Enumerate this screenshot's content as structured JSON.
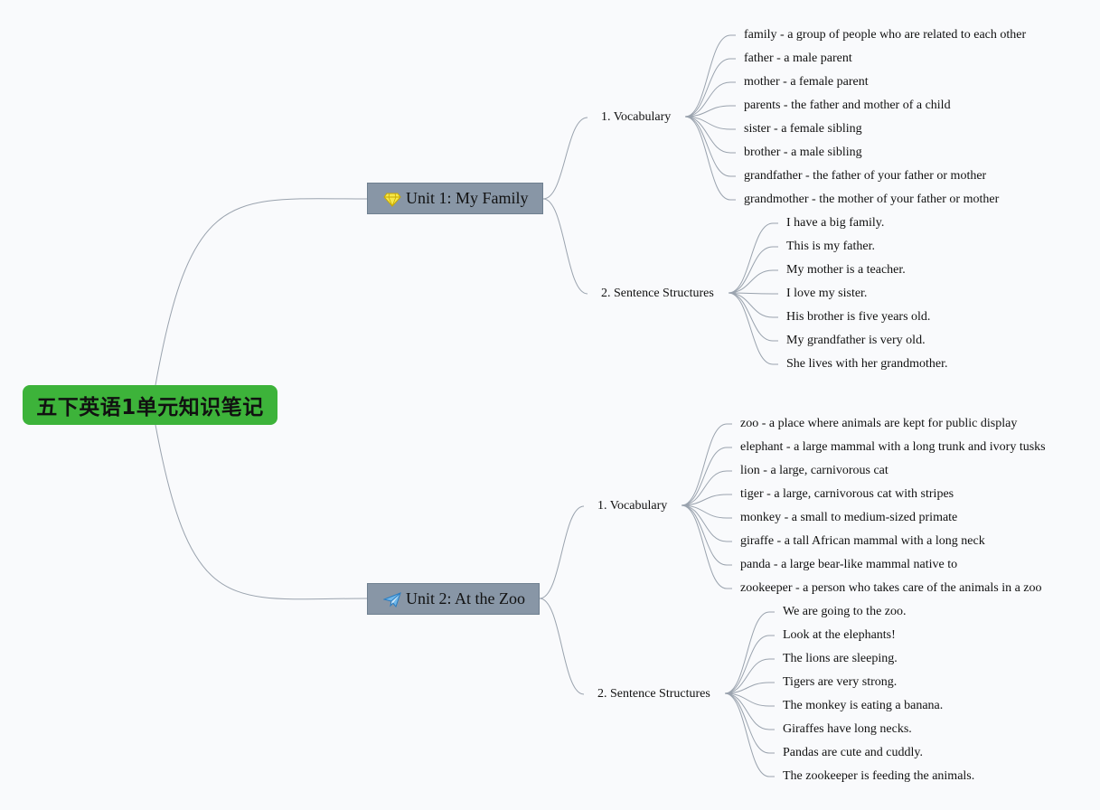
{
  "root": {
    "title": "五下英语1单元知识笔记"
  },
  "colors": {
    "root_bg": "#3db33a",
    "unit_bg": "#8896a6",
    "link": "#9aa3ae"
  },
  "units": [
    {
      "title": "Unit 1: My Family",
      "icon": "diamond-icon",
      "sections": [
        {
          "label": "1. Vocabulary",
          "items": [
            "family - a group of people who are related to each other",
            "father - a male parent",
            "mother - a female parent",
            "parents - the father and mother of a child",
            "sister - a female sibling",
            "brother - a male sibling",
            "grandfather - the father of your father or mother",
            "grandmother - the mother of your father or mother"
          ]
        },
        {
          "label": "2. Sentence Structures",
          "items": [
            "I have a big family.",
            "This is my father.",
            "My mother is a teacher.",
            "I love my sister.",
            "His brother is five years old.",
            "My grandfather is very old.",
            "She lives with her grandmother."
          ]
        }
      ]
    },
    {
      "title": "Unit 2: At the Zoo",
      "icon": "paper-plane-icon",
      "sections": [
        {
          "label": "1. Vocabulary",
          "items": [
            "zoo - a place where animals are kept for public display",
            "elephant - a large mammal with a long trunk and ivory tusks",
            "lion - a large, carnivorous cat",
            "tiger - a large, carnivorous cat with stripes",
            "monkey - a small to medium-sized primate",
            "giraffe - a tall African mammal with a long neck",
            "panda - a large bear-like mammal native to",
            "zookeeper - a person who takes care of the animals in a zoo"
          ]
        },
        {
          "label": "2. Sentence Structures",
          "items": [
            "We are going to the zoo.",
            "Look at the elephants!",
            "The lions are sleeping.",
            "Tigers are very strong.",
            "The monkey is eating a banana.",
            "Giraffes have long necks.",
            "Pandas are cute and cuddly.",
            "The zookeeper is feeding the animals."
          ]
        }
      ]
    }
  ]
}
